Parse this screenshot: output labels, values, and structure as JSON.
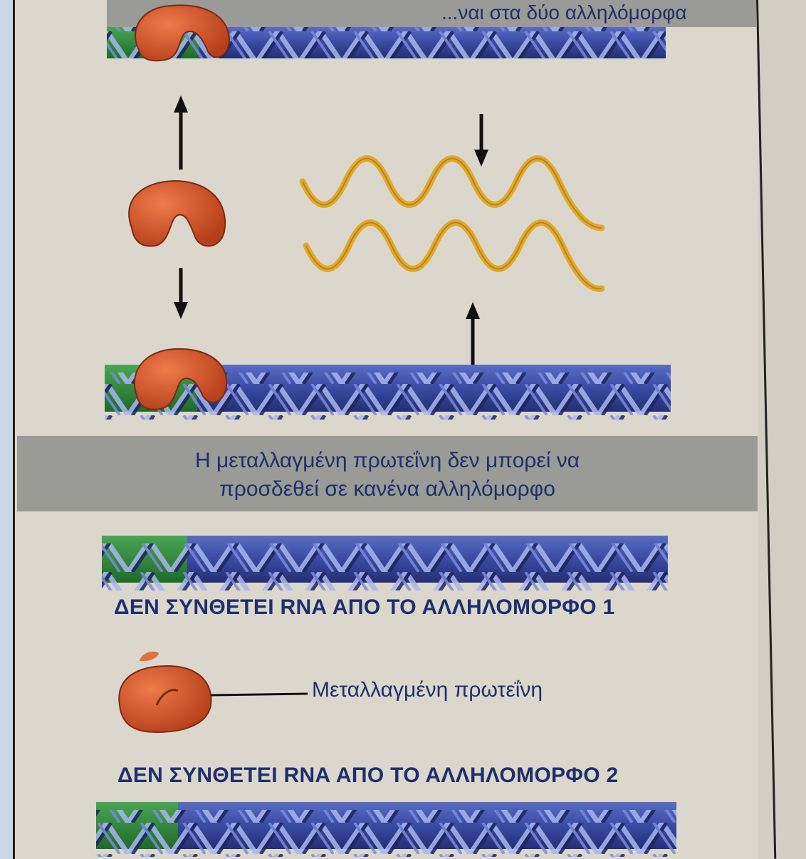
{
  "top_band_text": "...ναι στα δύο αλληλόμορφα",
  "mutant_cannot_bind_line1": "Η μεταλλαγμένη πρωτεΐνη δεν μπορεί να",
  "mutant_cannot_bind_line2": "προσδεθεί σε κανένα αλληλόμορφο",
  "no_rna_allele1": "ΔΕΝ ΣΥΝΘΕΤΕΙ RNA ΑΠΟ ΤΟ ΑΛΛΗΛΟΜΟΡΦΟ 1",
  "no_rna_allele2": "ΔΕΝ ΣΥΝΘΕΤΕΙ RNA ΑΠΟ ΤΟ ΑΛΛΗΛΟΜΟΡΦΟ 2",
  "mutant_protein_label": "Μεταλλαγμένη πρωτεΐνη",
  "colors": {
    "dna_blue": "#3a4aa0",
    "dna_green": "#2f8a3a",
    "protein": "#d9582d",
    "rna": "#e0a92a",
    "band": "#9a9a96",
    "text": "#1f2f6b"
  }
}
